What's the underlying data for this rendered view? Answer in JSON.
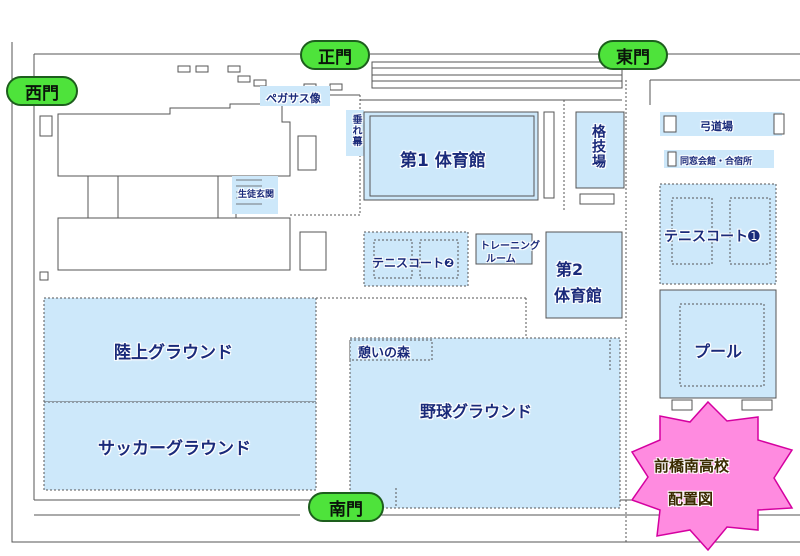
{
  "gates": {
    "west": "西門",
    "main": "正門",
    "east": "東門",
    "south": "南門"
  },
  "facilities": {
    "pegasus": "ペガサス像",
    "tarumaku": "垂れ幕",
    "gym1": "第1 体育館",
    "kakugi": "格技場",
    "kyudo": "弓道場",
    "dosokai": "同窓会館・合宿所",
    "tennis1": "テニスコート➊",
    "student_entrance": "生徒玄関",
    "tennis2": "テニスコート❷",
    "training_line1": "トレーニング",
    "training_line2": "ルーム",
    "gym2_line1": "第2",
    "gym2_line2": "体育館",
    "pool": "プール",
    "track": "陸上グラウンド",
    "soccer": "サッカーグラウンド",
    "forest": "憩いの森",
    "baseball": "野球グラウンド"
  },
  "title": {
    "line1": "前橋南高校",
    "line2": "配置図"
  },
  "colors": {
    "zone_fill": "#cde8fa",
    "building_fill": "#ffffff",
    "line": "#555555",
    "gate_fill": "#4ee33b",
    "badge_fill": "#ff8be0",
    "label_text": "#1a2a7a"
  }
}
